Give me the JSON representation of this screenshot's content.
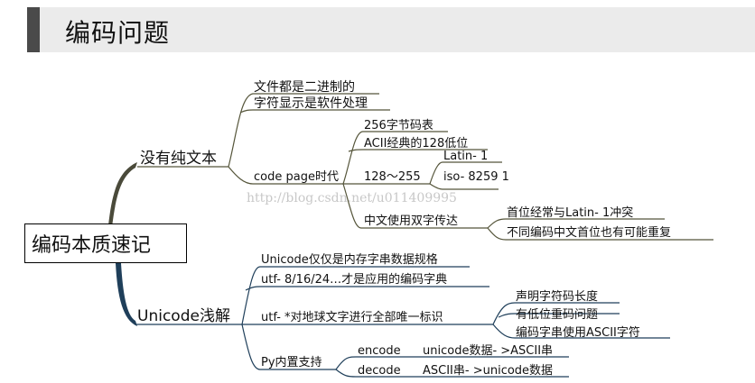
{
  "header": {
    "title": "编码问题"
  },
  "watermark": "http://blog.csdn.net/u011409995",
  "mindmap": {
    "root": "编码本质速记",
    "branch1": {
      "label": "没有纯文本",
      "items": [
        "文件都是二进制的",
        "字符显示是软件处理"
      ],
      "codepage": {
        "label": "code page时代",
        "items": [
          "256字节码表",
          "ACII经典的128低位"
        ],
        "range": {
          "label": "128～255",
          "items": [
            "Latin- 1",
            "iso- 8259 1"
          ]
        },
        "cjk": {
          "label": "中文使用双字传达",
          "items": [
            "首位经常与Latin- 1冲突",
            "不同编码中文首位也有可能重复"
          ]
        }
      }
    },
    "branch2": {
      "label": "Unicode浅解",
      "items": [
        "Unicode仅仅是内存字串数据规格",
        "utf- 8/16/24…才是应用的编码字典"
      ],
      "utf": {
        "label": "utf- *对地球文字进行全部唯一标识",
        "items": [
          "声明字符码长度",
          "有低位重码问题",
          "编码字串使用ASCII字符"
        ]
      },
      "py": {
        "label": "Py内置支持",
        "encode": {
          "name": "encode",
          "desc": "unicode数据- >ASCII串"
        },
        "decode": {
          "name": "decode",
          "desc": "ASCII串- >unicode数据"
        }
      }
    }
  }
}
